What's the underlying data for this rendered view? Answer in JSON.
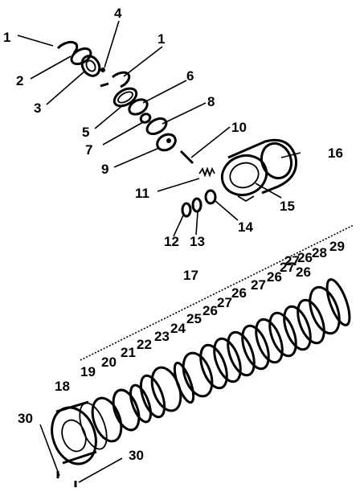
{
  "diagram": {
    "callouts": {
      "c1a": "1",
      "c1b": "1",
      "c2": "2",
      "c3": "3",
      "c4": "4",
      "c5": "5",
      "c6": "6",
      "c7": "7",
      "c8": "8",
      "c9": "9",
      "c10": "10",
      "c11": "11",
      "c12": "12",
      "c13": "13",
      "c14": "14",
      "c15": "15",
      "c16": "16",
      "c17": "17",
      "c18": "18",
      "c19": "19",
      "c20": "20",
      "c21": "21",
      "c22": "22",
      "c23": "23",
      "c24": "24",
      "c25": "25",
      "c26a": "26",
      "c27a": "27",
      "c26b": "26",
      "c27b": "27",
      "c26c": "26",
      "c27c": "27",
      "c26d": "26",
      "c27d": "27",
      "c26e": "26",
      "c28": "28",
      "c29": "29",
      "c30a": "30",
      "c30b": "30"
    }
  }
}
